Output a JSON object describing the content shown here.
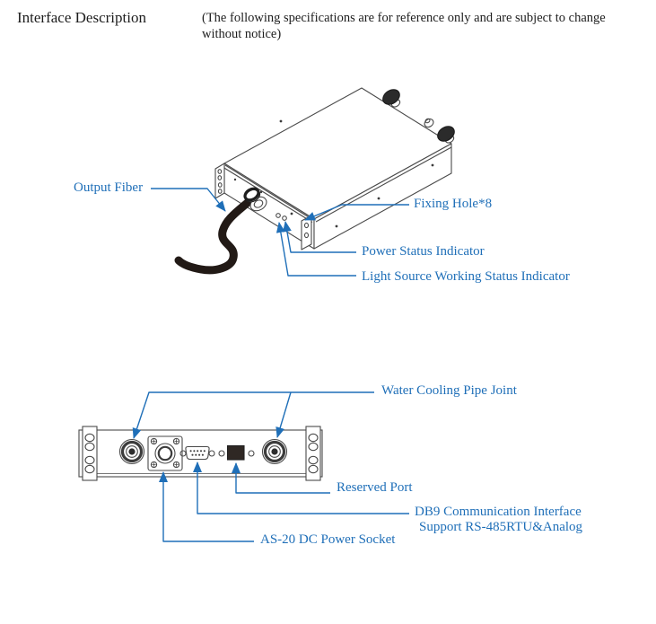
{
  "header": {
    "title": "Interface Description",
    "note_line1": "(The following specifications are for reference only and are subject to change",
    "note_line2": "without notice)"
  },
  "colors": {
    "label_blue": "#1f6fb8",
    "drawing_line_gray": "#4a4a4a",
    "cable_black": "#221a16"
  },
  "isometric_view": {
    "labels": {
      "output_fiber": "Output Fiber",
      "fixing_hole": "Fixing Hole*8",
      "power_status_indicator": "Power Status Indicator",
      "light_source_status_indicator": "Light Source Working Status Indicator"
    }
  },
  "rear_panel_view": {
    "labels": {
      "water_cooling_pipe_joint": "Water Cooling Pipe Joint",
      "reserved_port": "Reserved Port",
      "db9_interface_line1": "DB9 Communication Interface",
      "db9_interface_line2": "Support RS-485RTU&Analog",
      "dc_power_socket": "AS-20 DC Power Socket"
    }
  }
}
